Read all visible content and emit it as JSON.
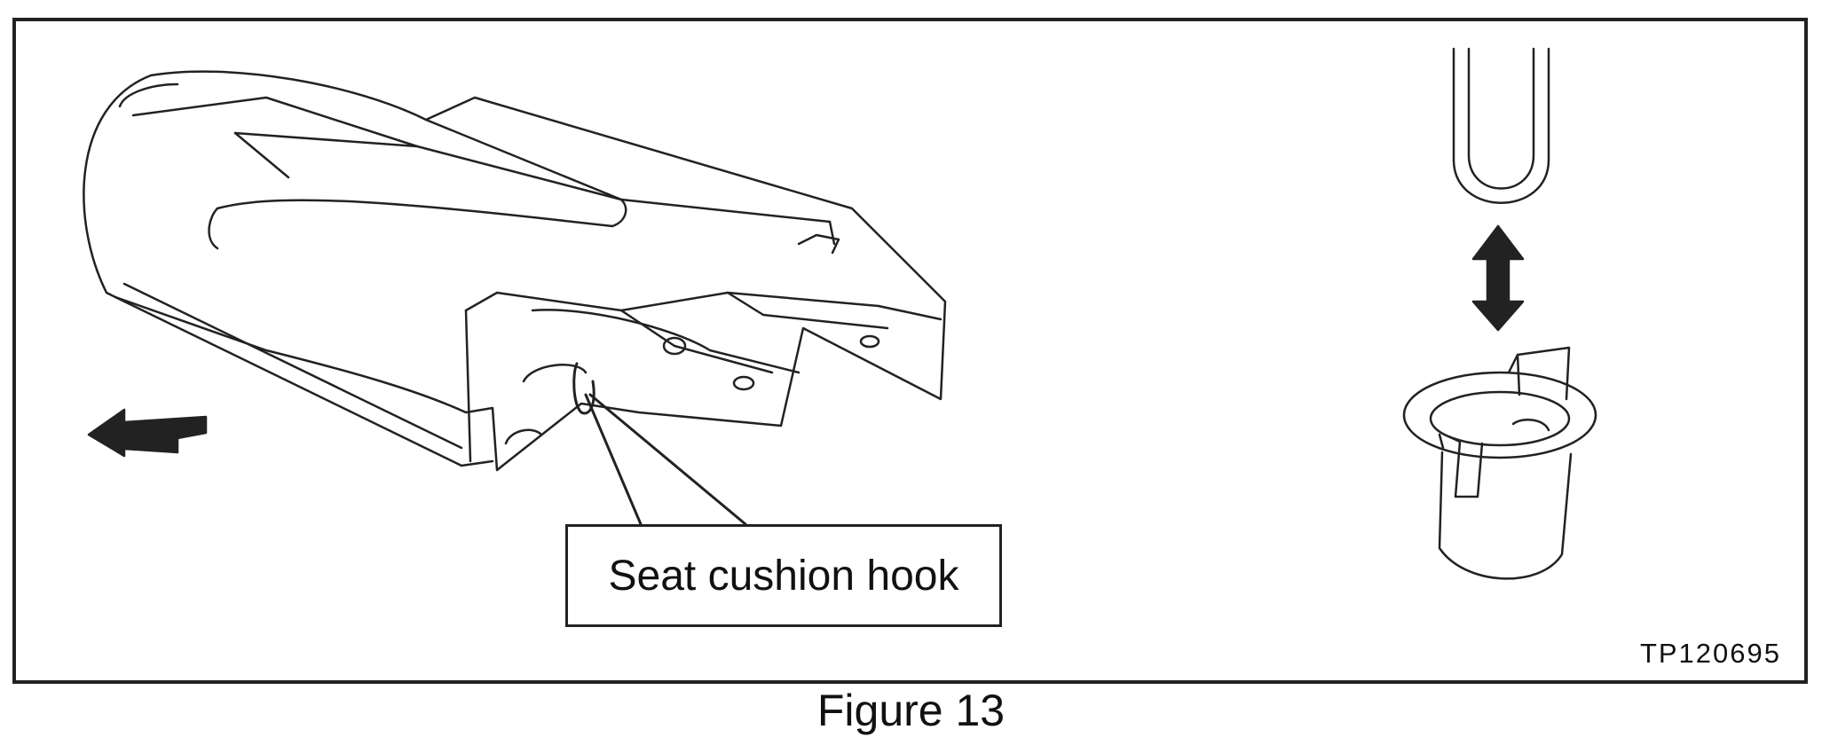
{
  "figure": {
    "callout_label": "Seat cushion hook",
    "reference_code": "TP120695",
    "caption": "Figure 13"
  }
}
